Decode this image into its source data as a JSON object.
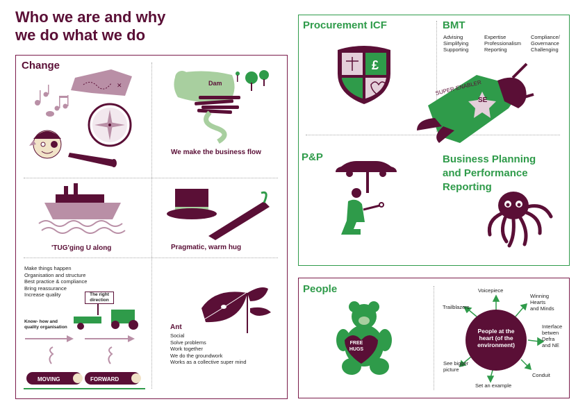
{
  "title_line1": "Who we are and why",
  "title_line2": "we do what we do",
  "change": {
    "heading": "Change",
    "dam_label": "Dam",
    "business_flow": "We make the business flow",
    "tug": "'TUG'ging U along",
    "pragmatic": "Pragmatic, warm hug",
    "list": [
      "Make things happen",
      "Organisation and structure",
      "Best practice & compliance",
      "Bring reassurance",
      "Increase quality"
    ],
    "sign": "The right direction",
    "knowhow": "Know- how and quality organisation",
    "moving": "MOVING",
    "forward": "FORWARD",
    "ant_heading": "Ant",
    "ant_list": [
      "Social",
      "Solve problems",
      "Work together",
      "We do the groundwork",
      "Works as a collective super mind"
    ]
  },
  "procurement": {
    "heading": "Procurement ICF",
    "bmt_heading": "BMT",
    "bmt_col1": [
      "Advising",
      "Simplifying",
      "Supporting"
    ],
    "bmt_col2": [
      "Expertise",
      "Professionalism",
      "Reporting"
    ],
    "bmt_col3": [
      "Compliance/",
      "Governance",
      "Challenging"
    ],
    "super_enabler": "SUPER-ENABLER",
    "se": "SE",
    "pp_heading": "P&P",
    "bpr_heading_lines": [
      "Business Planning",
      "and Performance",
      "Reporting"
    ]
  },
  "people": {
    "heading": "People",
    "free_hugs_lines": [
      "FREE",
      "HUGS"
    ],
    "center_lines": [
      "People at the",
      "heart (of the",
      "environment)"
    ],
    "spokes": {
      "voicepiece": "Voicepiece",
      "winning": [
        "Winning",
        "Hearts",
        "and Minds"
      ],
      "trailblazers": "Trailblazers",
      "interface": [
        "Interface",
        "betwen",
        "Defra",
        "and NE"
      ],
      "conduit": "Conduit",
      "see_bigger": [
        "See bigger",
        "picture"
      ],
      "set_example": "Set an example"
    }
  },
  "colors": {
    "purple": "#5a0f36",
    "green": "#2f9b4a",
    "mauve": "#b98fa6"
  }
}
